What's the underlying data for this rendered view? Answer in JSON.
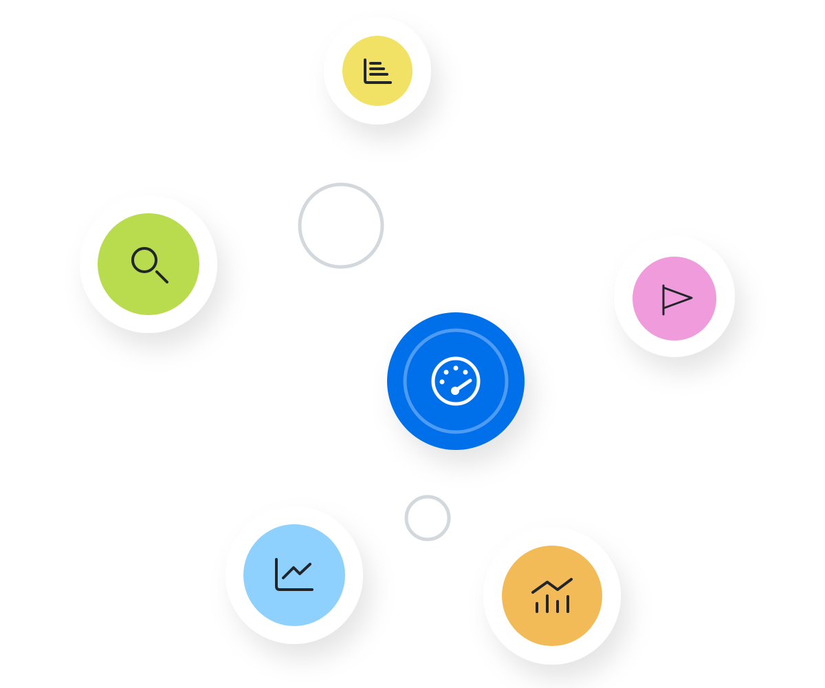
{
  "colors": {
    "edge": "#d3d8dd",
    "hub_border": "#d3d8dd",
    "center": "#006fea",
    "center_ring": "#4d9bf2",
    "yellow": "#f1e265",
    "green": "#b8dc4e",
    "pink": "#f09cdc",
    "light_blue": "#8ed1fe",
    "orange": "#f3bb57",
    "icon": "#22262b"
  },
  "nodes": [
    {
      "id": "center",
      "icon": "dashboard-gauge-icon"
    },
    {
      "id": "top",
      "icon": "horizontal-bar-chart-icon"
    },
    {
      "id": "left",
      "icon": "search-icon"
    },
    {
      "id": "right",
      "icon": "flag-icon"
    },
    {
      "id": "bottom-left",
      "icon": "line-chart-icon"
    },
    {
      "id": "bottom-right",
      "icon": "bar-line-chart-icon"
    }
  ]
}
